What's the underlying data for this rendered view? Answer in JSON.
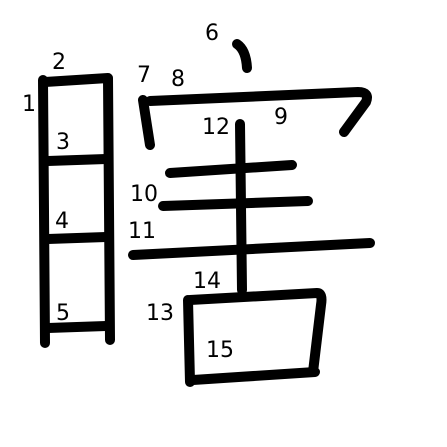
{
  "character": "瞎",
  "stroke_numbers": [
    "1",
    "2",
    "3",
    "4",
    "5",
    "6",
    "7",
    "8",
    "9",
    "10",
    "11",
    "12",
    "13",
    "14",
    "15"
  ]
}
